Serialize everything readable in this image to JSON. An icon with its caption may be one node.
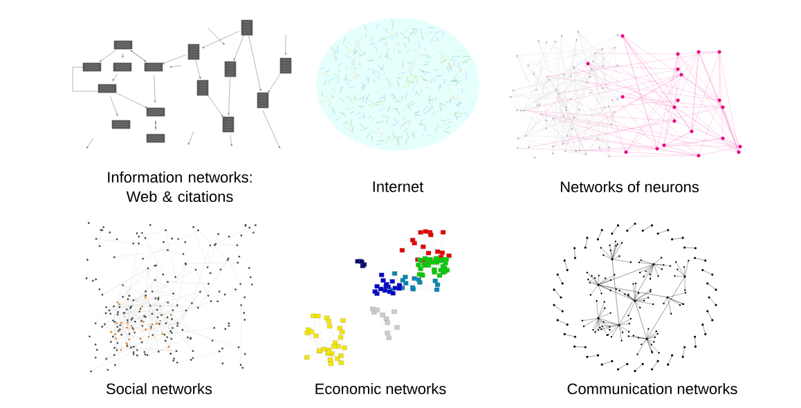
{
  "diagram": {
    "labels": [
      "Information networks: Web & citations",
      "Internet",
      "Networks of neurons",
      "Social networks",
      "Economic networks",
      "Communication networks"
    ]
  }
}
